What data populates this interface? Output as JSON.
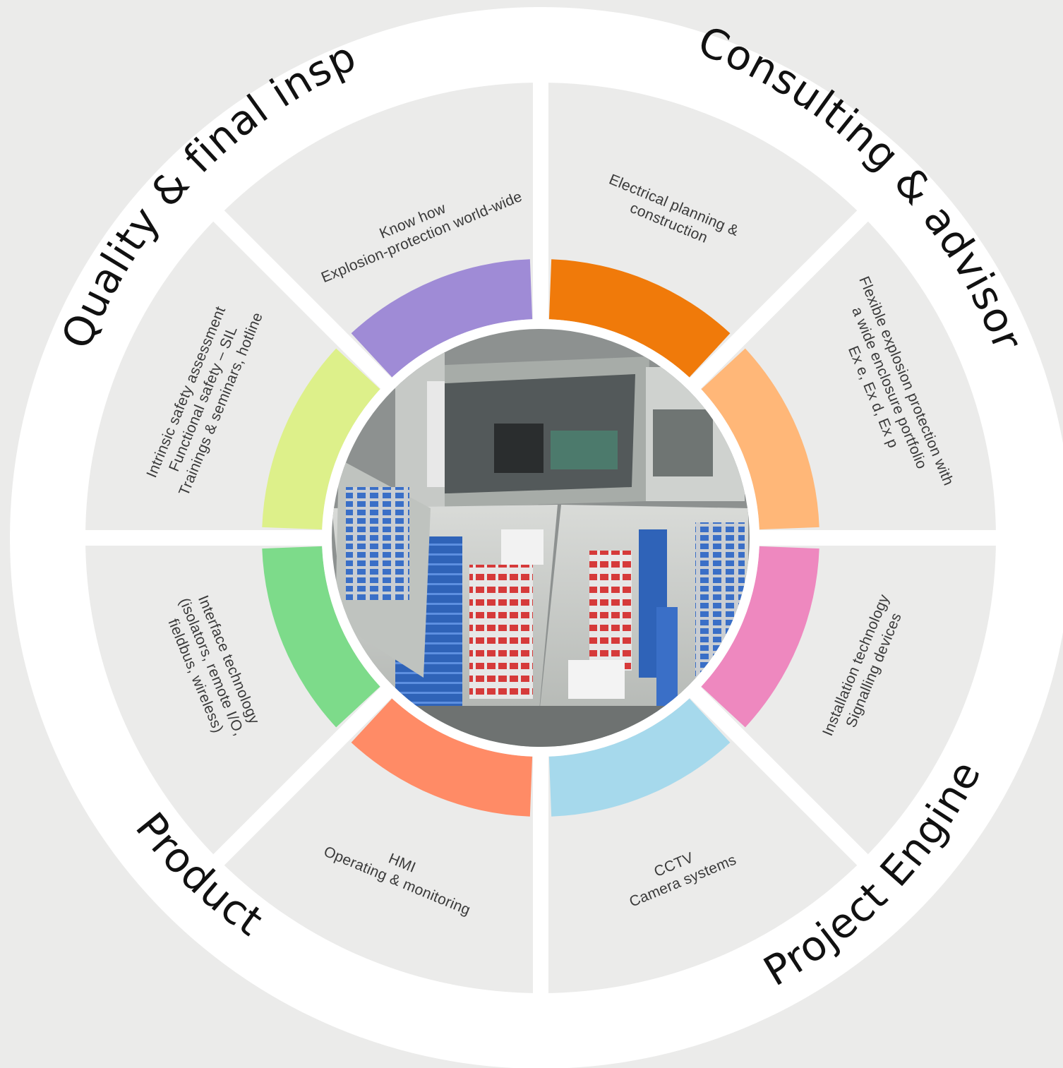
{
  "diagram": {
    "outer_labels": [
      "Consulting & advisory service",
      "Project Engineering",
      "Production",
      "Quality & final inspection"
    ],
    "segments": [
      {
        "id": "electrical-planning",
        "color": "#f07a0a",
        "lines": [
          "Electrical planning &",
          "construction"
        ]
      },
      {
        "id": "flexible-explosion-protection",
        "color": "#ffb778",
        "lines": [
          "Flexible explosion protection with",
          "a wide enclosure portfolio",
          "Ex e, Ex d, Ex p"
        ]
      },
      {
        "id": "installation-technology",
        "color": "#ee88bf",
        "lines": [
          "Installation technology",
          "Signalling devices"
        ]
      },
      {
        "id": "cctv",
        "color": "#a6d9ec",
        "lines": [
          "CCTV",
          "Camera systems"
        ]
      },
      {
        "id": "hmi",
        "color": "#ff8b66",
        "lines": [
          "HMI",
          "Operating & monitoring"
        ]
      },
      {
        "id": "interface-technology",
        "color": "#7ddb8a",
        "lines": [
          "Interface technology",
          "(isolators, remote I/O,",
          "fieldbus, wireless)"
        ]
      },
      {
        "id": "intrinsic-safety",
        "color": "#ddf08a",
        "lines": [
          "Intrinsic safety assessment",
          "Functional safety – SIL",
          "Trainings & seminars, hotline"
        ]
      },
      {
        "id": "know-how",
        "color": "#9f8bd6",
        "lines": [
          "Know how",
          "Explosion-protection world-wide"
        ]
      }
    ],
    "center_image": "photo-of-open-control-cabinets"
  }
}
